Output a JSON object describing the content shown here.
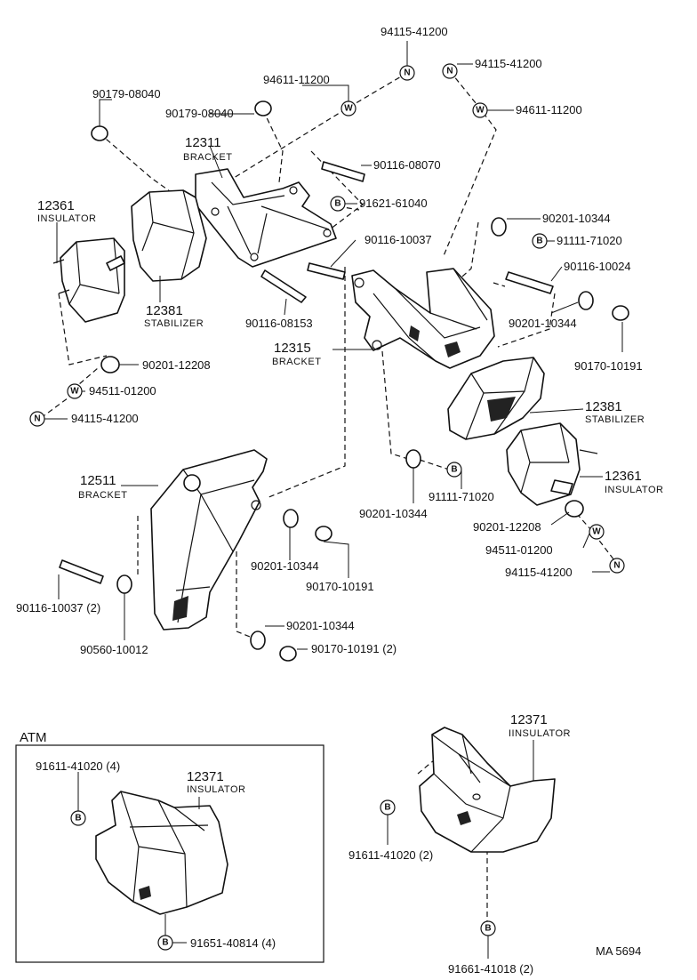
{
  "parts": {
    "p94115_41200_top": "94115-41200",
    "p94115_41200_r": "94115-41200",
    "p94611_11200_a": "94611-11200",
    "p94611_11200_b": "94611-11200",
    "p90179_08040_a": "90179-08040",
    "p90179_08040_b": "90179-08040",
    "p12311": "12311",
    "bracket_1": "BRACKET",
    "p90116_08070": "90116-08070",
    "p91621_61040": "91621-61040",
    "p12361_l": "12361",
    "insulator_1": "INSULATOR",
    "p90201_10344_a": "90201-10344",
    "p91111_71020_a": "91111-71020",
    "p90116_10037_a": "90116-10037",
    "p90116_10024": "90116-10024",
    "p12381_l": "12381",
    "stabilizer_1": "STABILIZER",
    "p90116_08153": "90116-08153",
    "p90201_10344_b": "90201-10344",
    "p12315": "12315",
    "bracket_2": "BRACKET",
    "p90170_10191_a": "90170-10191",
    "p90201_12208_a": "90201-12208",
    "p94511_01200_a": "94511-01200",
    "p94115_41200_l": "94115-41200",
    "p12381_r": "12381",
    "stabilizer_2": "STABILIZER",
    "p12511": "12511",
    "bracket_3": "BRACKET",
    "p12361_r": "12361",
    "insulator_2": "INSULATOR",
    "p91111_71020_b": "91111-71020",
    "p90201_10344_c": "90201-10344",
    "p90201_12208_b": "90201-12208",
    "p94511_01200_b": "94511-01200",
    "p94115_41200_b": "94115-41200",
    "p90201_10344_d": "90201-10344",
    "p90170_10191_b": "90170-10191",
    "p90116_10037_b": "90116-10037 (2)",
    "p90560_10012": "90560-10012",
    "p90201_10344_e": "90201-10344",
    "p90170_10191_c": "90170-10191 (2)",
    "atm": "ATM",
    "p91611_41020_a": "91611-41020 (4)",
    "p12371_a": "12371",
    "insulator_3": "INSULATOR",
    "p91651_40814": "91651-40814 (4)",
    "p12371_b": "12371",
    "insulator_4": "IINSULATOR",
    "p91611_41020_b": "91611-41020 (2)",
    "p91661_41018": "91661-41018 (2)",
    "code": "MA 5694"
  },
  "symbols": {
    "nut": "N",
    "washer": "W",
    "bolt": "B"
  }
}
